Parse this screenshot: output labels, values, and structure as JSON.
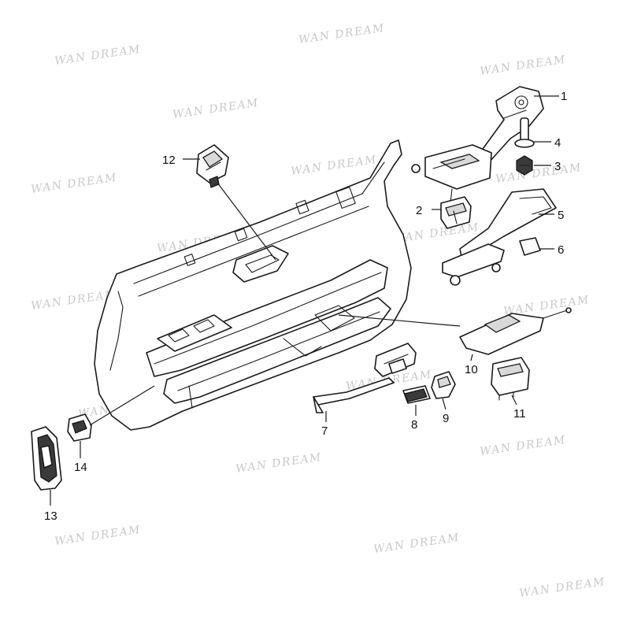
{
  "watermark": {
    "text": "WAN DREAM",
    "color": "#c9c9c9"
  },
  "callouts": [
    "1",
    "2",
    "3",
    "4",
    "5",
    "6",
    "7",
    "8",
    "9",
    "10",
    "11",
    "12",
    "13",
    "14"
  ],
  "colors": {
    "line": "#1a1a1a",
    "background": "#ffffff"
  }
}
